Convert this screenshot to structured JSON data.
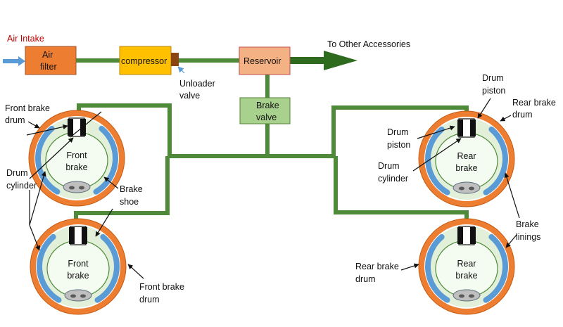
{
  "title": "",
  "colors": {
    "pipe": "#4e8a3a",
    "pipe_dark": "#2f6b1f",
    "air_filter": "#ed7d31",
    "compressor": "#ffc000",
    "unloader": "#8b4513",
    "reservoir": "#f4b183",
    "brake_valve": "#a9d18e",
    "drum_outer": "#ed7d31",
    "drum_inner": "#e2f0d9",
    "lining": "#5b9bd5",
    "intake_arrow": "#5b9bd5",
    "intake_text": "#c00000"
  },
  "labels": {
    "air_intake": "Air Intake",
    "air_filter": [
      "Air",
      "filter"
    ],
    "compressor": "compressor",
    "unloader_valve": [
      "Unloader",
      "valve"
    ],
    "reservoir": "Reservoir",
    "to_other_accessories": "To Other Accessories",
    "brake_valve": [
      "Brake",
      "valve"
    ],
    "front_brake_drum_tl": [
      "Front brake",
      "drum"
    ],
    "drum_cylinder_left": [
      "Drum",
      "cylinder"
    ],
    "brake_shoe": [
      "Brake",
      "shoe"
    ],
    "front_brake_drum_bl": [
      "Front brake",
      "drum"
    ],
    "drum_piston_top": [
      "Drum",
      "piston"
    ],
    "rear_brake_drum_tr": [
      "Rear brake",
      "drum"
    ],
    "drum_piston_mid": [
      "Drum",
      "piston"
    ],
    "drum_cylinder_right": [
      "Drum",
      "cylinder"
    ],
    "brake_linings": [
      "Brake",
      "linings"
    ],
    "rear_brake_drum_br": [
      "Rear brake",
      "drum"
    ]
  },
  "wheels": [
    {
      "id": "front-left-top",
      "label": [
        "Front",
        "brake"
      ]
    },
    {
      "id": "front-left-bottom",
      "label": [
        "Front",
        "brake"
      ]
    },
    {
      "id": "rear-right-top",
      "label": [
        "Rear",
        "brake"
      ]
    },
    {
      "id": "rear-right-bottom",
      "label": [
        "Rear",
        "brake"
      ]
    }
  ]
}
